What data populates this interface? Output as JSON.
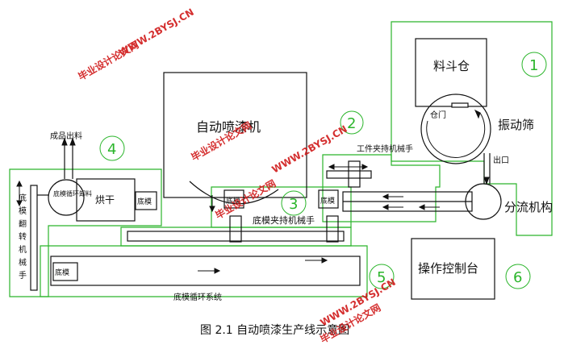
{
  "labels": {
    "hopper": "料斗仓",
    "door": "仓门",
    "vibrating_screen": "振动筛",
    "outlet": "出口",
    "splitter": "分流机构",
    "workpiece_gripper": "工件夹持机械手",
    "auto_painter": "自动喷漆机",
    "product_out": "成品出料",
    "mold_cycle_unload": "底模循环卸料",
    "dryer": "烘干",
    "base_mold_a": "底模",
    "base_mold_b": "底模",
    "base_mold_c": "底模",
    "base_mold_d": "底模",
    "base_gripper": "底模夹持机械手",
    "vertical_manipulator": "底模翻转机械手",
    "base_cycle_system": "底模循环系统",
    "control_panel": "操作控制台",
    "caption": "图 2.1  自动喷漆生产线示意图"
  },
  "zone_numbers": [
    "1",
    "2",
    "3",
    "4",
    "5",
    "6"
  ],
  "watermarks": [
    "毕业设计论文网",
    "WWW.2BYSJ.CN"
  ],
  "colors": {
    "line": "#111111",
    "zone": "#2bb52b",
    "watermark": "#d01818"
  }
}
